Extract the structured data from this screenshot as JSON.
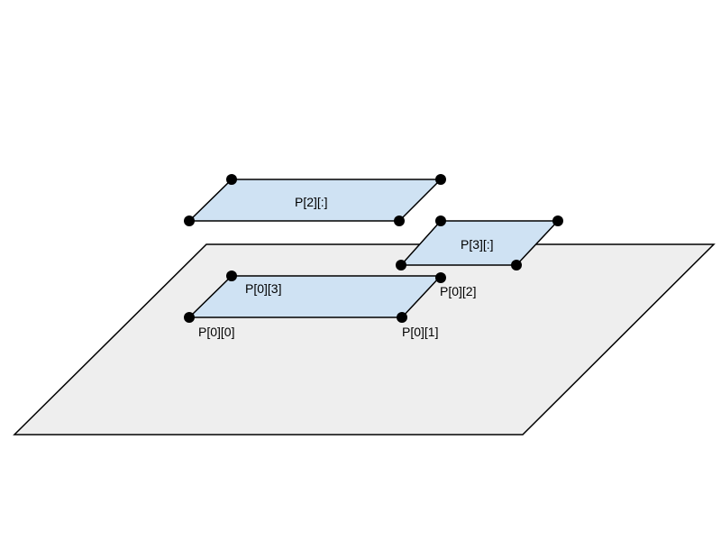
{
  "colors": {
    "ground_fill": "#eeeeee",
    "panel_fill": "#cfe2f3",
    "stroke": "#000000",
    "point": "#000000"
  },
  "panels": {
    "p2": {
      "label": "P[2][:]"
    },
    "p3": {
      "label": "P[3][:]"
    },
    "p0": {
      "corner_00": "P[0][0]",
      "corner_01": "P[0][1]",
      "corner_02": "P[0][2]",
      "corner_03": "P[0][3]"
    }
  }
}
